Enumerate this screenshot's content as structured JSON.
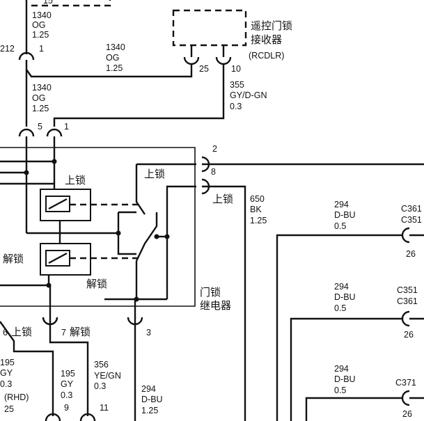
{
  "wires": {
    "top_og_a": [
      "1340",
      "OG",
      "1.25"
    ],
    "top_og_b": [
      "1340",
      "OG",
      "1.25"
    ],
    "top_og_c": [
      "1340",
      "OG",
      "1.25"
    ],
    "gy_dgn": [
      "355",
      "GY/D-GN",
      "0.3"
    ],
    "bk": [
      "650",
      "BK",
      "1.25"
    ],
    "dbu_1": [
      "294",
      "D-BU",
      "0.5"
    ],
    "dbu_2": [
      "294",
      "D-BU",
      "0.5"
    ],
    "dbu_3": [
      "294",
      "D-BU",
      "0.5"
    ],
    "gy_left": [
      "195",
      "GY",
      "0.3"
    ],
    "gy_mid": [
      "195",
      "GY",
      "0.3"
    ],
    "ye_gn": [
      "356",
      "YE/GN",
      "0.3"
    ],
    "dbu_bottom": [
      "294",
      "D-BU",
      "1.25"
    ]
  },
  "pins": {
    "p212": "212",
    "p1_top": "1",
    "p25": "25",
    "p10": "10",
    "p5": "5",
    "p1": "1",
    "p2": "2",
    "p8": "8",
    "p6": "6",
    "p7": "7",
    "p3": "3",
    "p9": "9",
    "p11": "11",
    "p25_bottom": "25",
    "p26_a": "26",
    "p26_b": "26",
    "p26_c": "26"
  },
  "labels": {
    "receiver_line1": "遥控门锁",
    "receiver_line2": "接收器",
    "receiver_code": "(RCDLR)",
    "lock": "上锁",
    "lock_2": "上锁",
    "lock_3": "上锁",
    "lock_pin6": "上锁",
    "unlock_left": "解锁",
    "unlock_mid": "解锁",
    "unlock_pin7": "解锁",
    "relay_line1": "门锁",
    "relay_line2": "继电器",
    "rhd": "(RHD)",
    "top_partial": "15"
  },
  "connectors": {
    "c361": "C361",
    "c351": "C351",
    "c351_b": "C351",
    "c361_b": "C361",
    "c371": "C371"
  }
}
